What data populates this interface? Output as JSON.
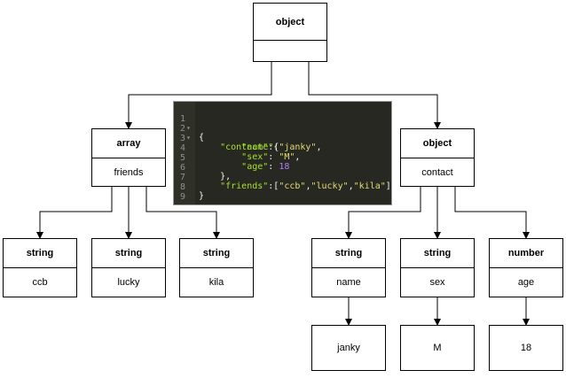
{
  "nodes": {
    "root": {
      "type": "object",
      "label": ""
    },
    "friends": {
      "type": "array",
      "label": "friends"
    },
    "contact": {
      "type": "object",
      "label": "contact"
    },
    "friend_1": {
      "type": "string",
      "label": "ccb"
    },
    "friend_2": {
      "type": "string",
      "label": "lucky"
    },
    "friend_3": {
      "type": "string",
      "label": "kila"
    },
    "name": {
      "type": "string",
      "label": "name"
    },
    "sex": {
      "type": "string",
      "label": "sex"
    },
    "age": {
      "type": "number",
      "label": "age"
    }
  },
  "values": {
    "name": "janky",
    "sex": "M",
    "age": "18"
  },
  "code": {
    "line_numbers": [
      "1",
      "2",
      "3",
      "4",
      "5",
      "6",
      "7",
      "8",
      "9"
    ],
    "fold_marker": "▾",
    "brace_open": "{",
    "brace_close": "}",
    "contact_close": "},",
    "key_contact": "\"contact\"",
    "key_name": "\"name\"",
    "key_sex": "\"sex\"",
    "key_age": "\"age\"",
    "key_friends": "\"friends\"",
    "val_name": "\"janky\"",
    "val_sex": "\"M\"",
    "val_age": "18",
    "friend_items": [
      "\"ccb\"",
      "\"lucky\"",
      "\"kila\""
    ]
  },
  "colors": {
    "editor_bg": "#272822",
    "key": "#a6e22e",
    "string": "#e6db74",
    "number": "#ae81ff"
  }
}
